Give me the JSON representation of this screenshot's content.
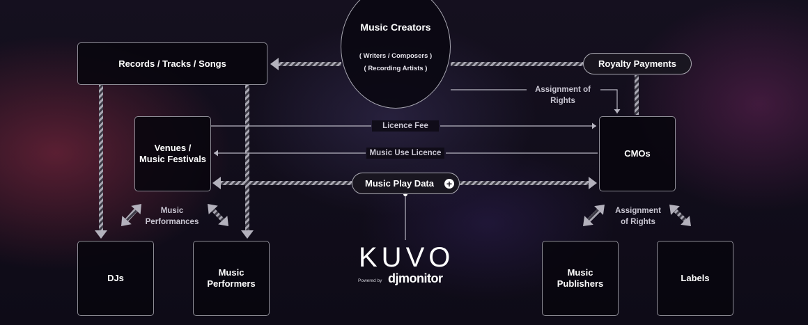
{
  "diagram": {
    "creators": {
      "title": "Music Creators",
      "line1": "( Writers / Composers )",
      "line2": "( Recording Artists )"
    },
    "nodes": {
      "records": "Records / Tracks / Songs",
      "venues": "Venues /\nMusic Festivals",
      "cmos": "CMOs",
      "djs": "DJs",
      "performers": "Music\nPerformers",
      "publishers": "Music\nPublishers",
      "labels": "Labels"
    },
    "pills": {
      "royalty": "Royalty Payments",
      "play_data": "Music Play Data"
    },
    "edge_labels": {
      "assignment_top": "Assignment of\nRights",
      "licence_fee": "Licence Fee",
      "music_use": "Music Use Licence",
      "performances": "Music\nPerformances",
      "assignment_bottom": "Assignment\nof Rights"
    },
    "brand": {
      "logo": "KUVO",
      "powered_by": "Powered by",
      "partner": "djmonitor"
    },
    "colors": {
      "line": "#b8b6c2",
      "text": "#ffffff",
      "muted": "#c9c6d2"
    },
    "icons": {
      "play_data": "plus-circle-icon"
    }
  }
}
